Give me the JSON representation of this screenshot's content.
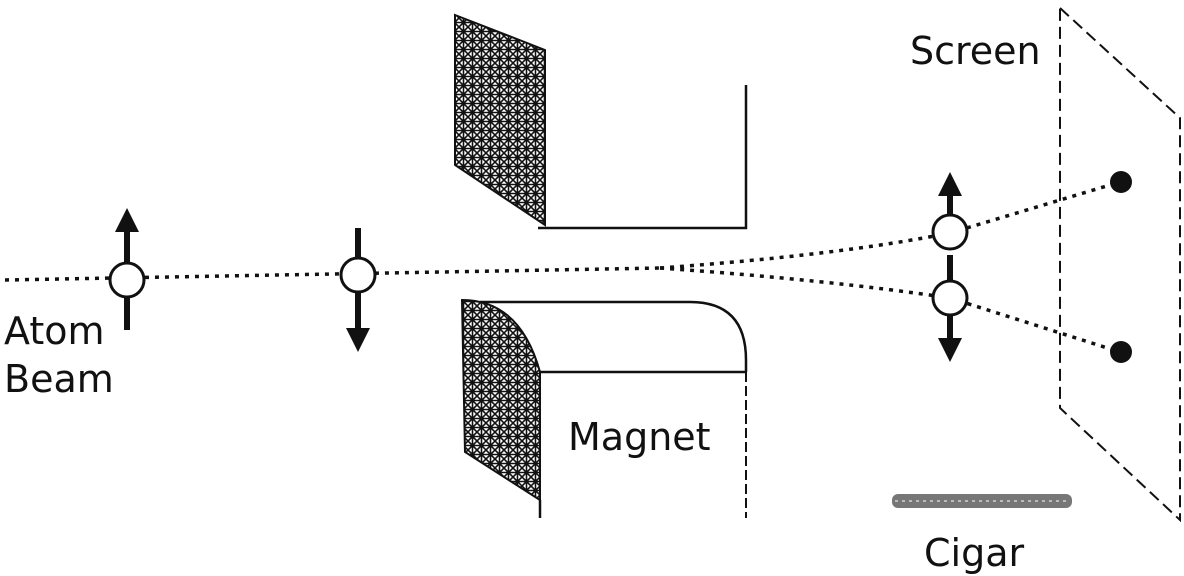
{
  "labels": {
    "atom": "Atom",
    "beam": "Beam",
    "magnet": "Magnet",
    "screen": "Screen",
    "cigar": "Cigar"
  },
  "colors": {
    "ink": "#111111",
    "background": "#ffffff",
    "cigar": "#777777"
  },
  "icons": {
    "spin_up": "arrow-up-icon",
    "spin_down": "arrow-down-icon",
    "atom": "circle-icon",
    "impact": "filled-dot-icon"
  }
}
